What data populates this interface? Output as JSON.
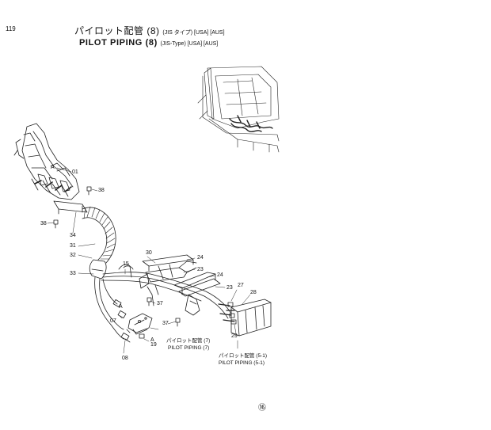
{
  "page_number": "119",
  "title": {
    "jp_main": "パイロット配管 (8)",
    "jp_sub": "(JIS タイプ) [USA] [AUS]",
    "en_main": "PILOT PIPING (8)",
    "en_sub": "(JIS-Type) [USA] [AUS]"
  },
  "callouts": {
    "n01": "01",
    "n38a": "38",
    "n38b": "38",
    "n34": "34",
    "n31": "31",
    "n32": "32",
    "n33": "33",
    "n15": "15",
    "n30": "30",
    "n24a": "24",
    "n23a": "23",
    "n24b": "24",
    "n23b": "23",
    "n27": "27",
    "n28": "28",
    "n37a": "37",
    "n37b": "37",
    "n07": "07",
    "n29": "29",
    "n19": "19",
    "n08": "08",
    "nA1": "A",
    "nA2": "A",
    "nA3": "A"
  },
  "references": {
    "ref1_jp": "パイロット配管 (7)",
    "ref1_en": "PILOT PIPING (7)",
    "ref2_jp": "パイロット配管 (5-1)",
    "ref2_en": "PILOT PIPING (5-1)"
  },
  "footer_mark": "⑯",
  "colors": {
    "line": "#222222",
    "background": "#ffffff"
  }
}
